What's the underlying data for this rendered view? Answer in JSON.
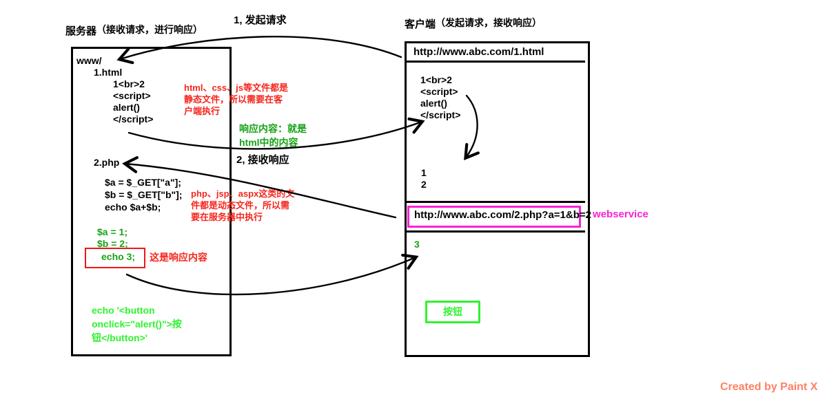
{
  "labels": {
    "step1": "1, 发起请求",
    "step2": "2, 接收响应",
    "credit": "Created by Paint X"
  },
  "server": {
    "title": "服务器",
    "subtitle": "（接收请求，进行响应）",
    "root": "www/",
    "html_file": "1.html",
    "html_code": [
      "1<br>2",
      "<script>",
      "alert()",
      "</script>"
    ],
    "php_file": "2.php",
    "php_code": [
      "$a = $_GET[\"a\"];",
      "$b = $_GET[\"b\"];",
      "echo $a+$b;"
    ],
    "exec_code": [
      "$a = 1;",
      "$b = 2;"
    ],
    "exec_echo": "echo 3;",
    "button_code": [
      "echo '<button",
      "onclick=\"alert()\">按",
      "钮</button>'"
    ]
  },
  "client": {
    "title": "客户端",
    "subtitle": "（发起请求，接收响应）",
    "url1": "http://www.abc.com/1.html",
    "html_code": [
      "1<br>2",
      "<script>",
      "alert()",
      "</script>"
    ],
    "render_lines": [
      "1",
      "2"
    ],
    "url2": "http://www.abc.com/2.php?a=1&b=2",
    "webservice_label": "webservice",
    "response": "3",
    "button_label": "按钮"
  },
  "annotations": {
    "static_note": [
      "html、css、js等文件都是",
      "静态文件，所以需要在客",
      "户端执行"
    ],
    "response_note": [
      "响应内容：就是",
      "html中的内容"
    ],
    "dynamic_note": [
      "php、jsp、aspx这类的文",
      "件都是动态文件，所以需",
      "要在服务器中执行"
    ],
    "echo_note": "这是响应内容"
  },
  "colors": {
    "stroke_black": "#000000",
    "note_red": "#f5261c",
    "code_green": "#16a316",
    "bright_lime": "#2ef32e",
    "magenta": "#fb20d4",
    "credit_coral": "#ff8063"
  }
}
